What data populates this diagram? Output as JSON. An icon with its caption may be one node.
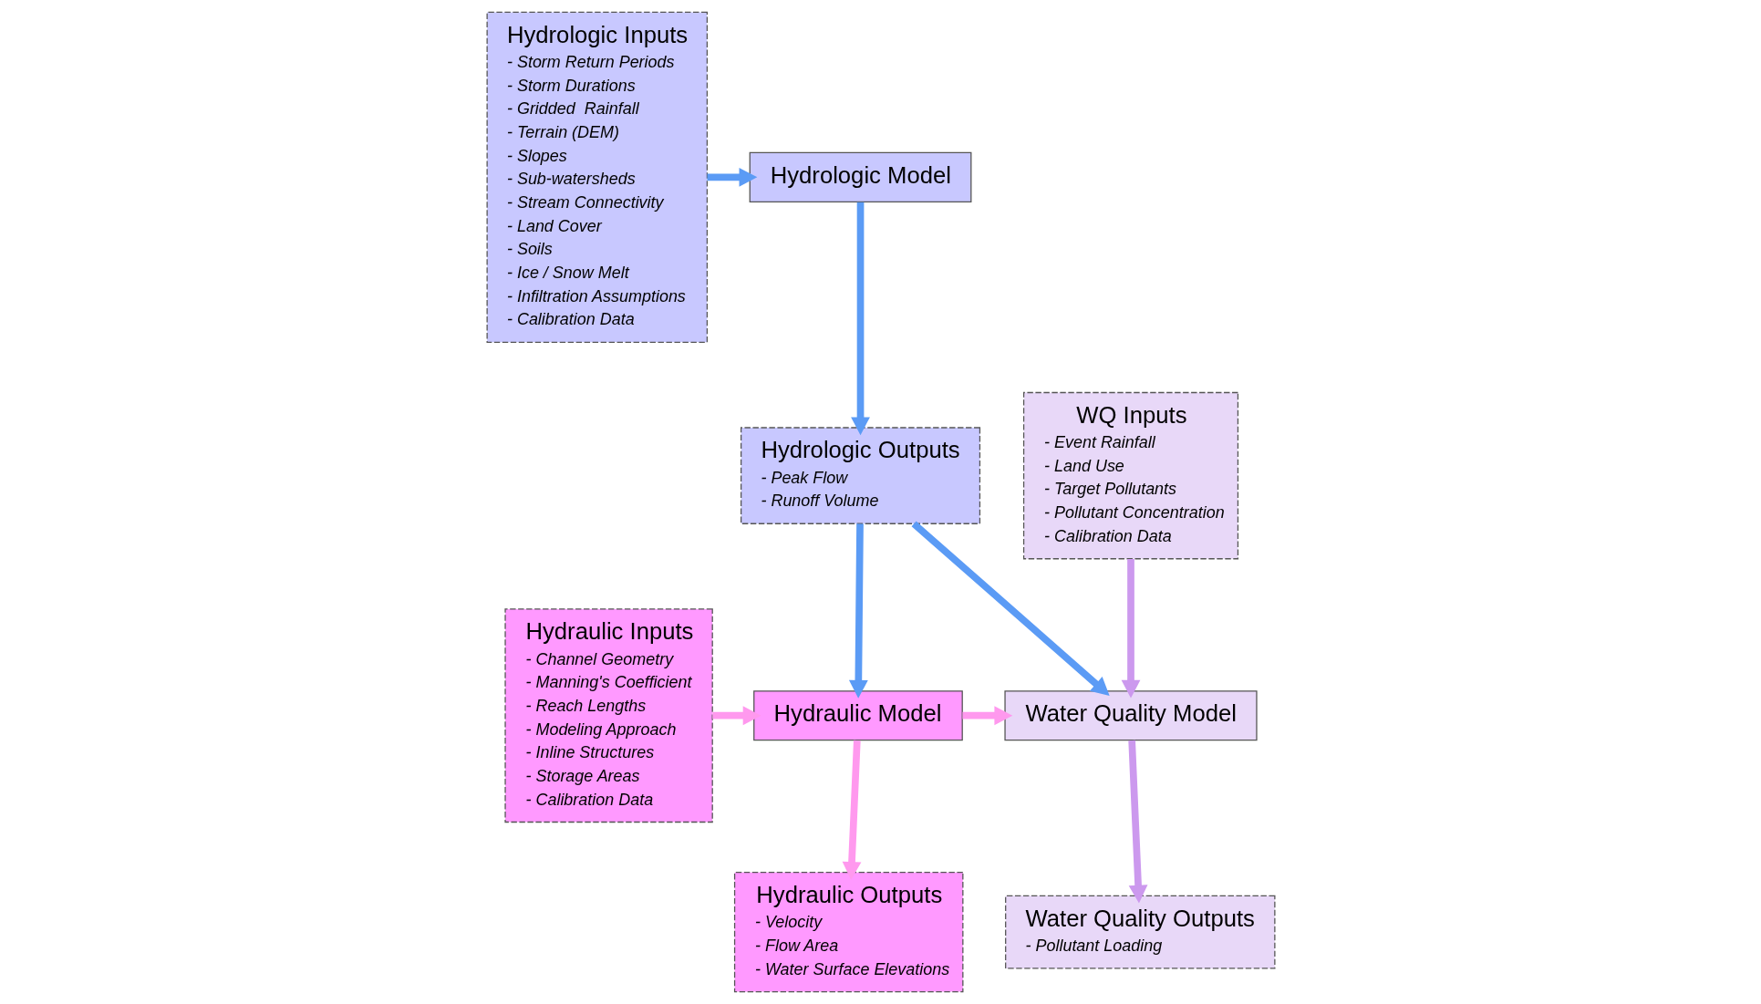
{
  "diagram": {
    "nodes": [
      {
        "text": [
          "Hydrologic Inputs",
          "- Storm Return Periods",
          "- Storm Durations",
          "- Gridded  Rainfall",
          "- Terrain (DEM)",
          "- Slopes",
          "- Sub-watersheds",
          "- Stream Connectivity",
          "- Land Cover",
          "- Soils",
          "- Ice / Snow Melt",
          "- Infiltration Assumptions",
          "- Calibration Data"
        ]
      },
      {
        "text": [
          "Hydrologic Model"
        ]
      },
      {
        "text": [
          "Hydrologic Outputs",
          "- Peak Flow",
          "- Runoff Volume"
        ]
      },
      {
        "text": [
          "Hydraulic Model"
        ]
      },
      {
        "text": [
          "Hydraulic Inputs",
          "- Channel Geometry",
          "- Manning's Coefficient",
          "- Reach Lengths",
          "- Modeling Approach",
          "- Inline Structures",
          "- Storage Areas",
          "- Calibration Data"
        ]
      },
      {
        "text": [
          "Hydraulic Outputs",
          "- Velocity",
          "- Flow Area",
          "- Water Surface Elevations"
        ]
      },
      {
        "text": [
          "Water Quality Model"
        ]
      },
      {
        "text": [
          "WQ Inputs",
          "- Event Rainfall",
          "- Land Use",
          "- Target Pollutants",
          "- Pollutant Concentration",
          "- Calibration Data"
        ]
      },
      {
        "text": [
          "Water Quality Outputs",
          "- Pollutant Loading"
        ]
      }
    ],
    "edges": [
      {
        "from": 0,
        "to": 1,
        "arrow": "to"
      },
      {
        "from": 1,
        "to": 2,
        "arrow": "to"
      },
      {
        "from": 2,
        "to": 3,
        "arrow": "to"
      },
      {
        "from": 2,
        "to": 6,
        "arrow": "to"
      },
      {
        "from": 4,
        "to": 3,
        "arrow": "to",
        "color": "#ff99ee"
      },
      {
        "from": 3,
        "to": 5,
        "arrow": "to",
        "color": "#ff99ee"
      },
      {
        "from": 3,
        "to": 6,
        "arrow": "to",
        "color": "#ff99ee"
      },
      {
        "from": 7,
        "to": 6,
        "arrow": "to",
        "color": "#cc99ee"
      },
      {
        "from": 6,
        "to": 8,
        "arrow": "to",
        "color": "#cc99ee"
      }
    ]
  }
}
